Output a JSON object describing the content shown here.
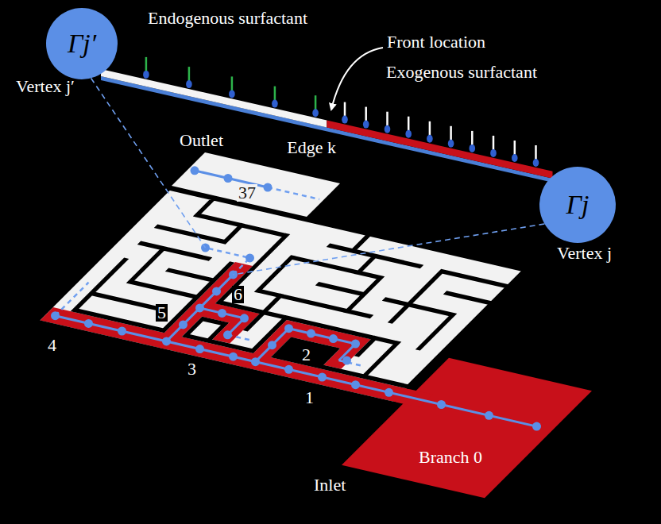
{
  "diagram": {
    "nodes": [
      {
        "text": [
          "Γj′",
          "Vertex j′"
        ]
      },
      {
        "text": [
          "Γj",
          "Vertex j"
        ]
      }
    ],
    "edges": [
      {
        "from": 0,
        "to": 1,
        "arrow": "none",
        "label": "Edge k"
      }
    ],
    "labels": [
      "Endogenous surfactant",
      "Front location",
      "Exogenous surfactant",
      "Outlet",
      "37",
      "4",
      "5",
      "6",
      "3",
      "2",
      "1",
      "Branch 0",
      "Inlet"
    ]
  }
}
